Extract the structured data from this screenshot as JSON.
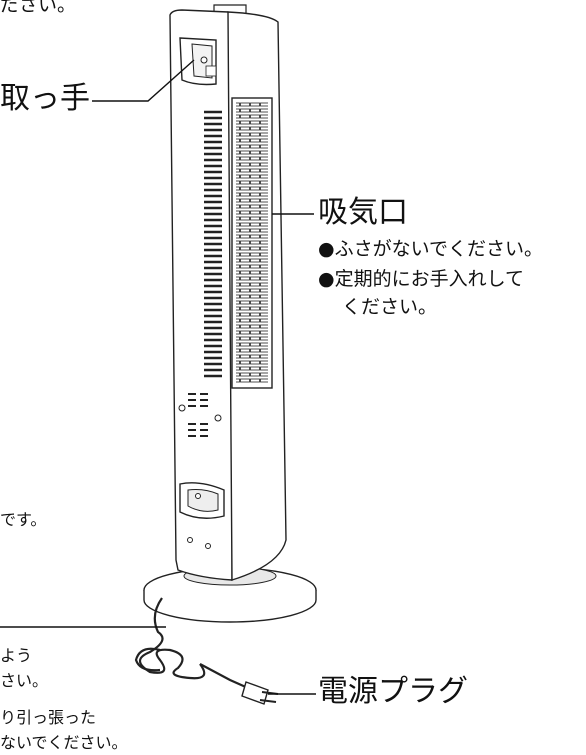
{
  "callouts": {
    "handle": {
      "label": "取っ手"
    },
    "intake": {
      "label": "吸気口",
      "notes": [
        "●ふさがないでください。",
        "●定期的にお手入れして",
        "ください。"
      ]
    },
    "plug": {
      "label": "電源プラグ"
    }
  },
  "cropped_text": {
    "top_left": "ださい。",
    "mid_left": "です。",
    "bottom_left": [
      "よう",
      "さい。",
      "り引っ張った",
      "ないでください。"
    ]
  }
}
